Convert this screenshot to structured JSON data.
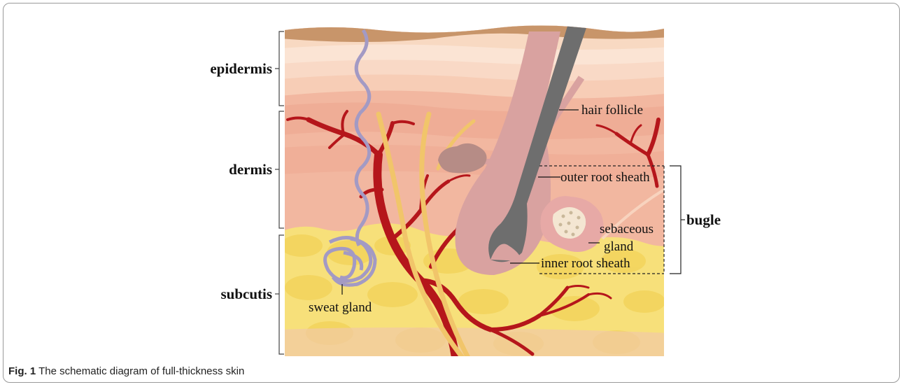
{
  "labels": {
    "epidermis": "epidermis",
    "dermis": "dermis",
    "subcutis": "subcutis",
    "hair_follicle": "hair follicle",
    "outer_root_sheath": "outer root sheath",
    "sebaceous_line1": "sebaceous",
    "sebaceous_line2": "gland",
    "inner_root_sheath": "inner root sheath",
    "bugle": "bugle",
    "sweat_gland": "sweat gland"
  },
  "caption": {
    "number": "Fig. 1",
    "text": "The schematic diagram of full-thickness skin"
  },
  "colors": {
    "skin_surface": "#c8956a",
    "epidermis": "#f6d4bf",
    "dermis": "#f2b7a0",
    "subcutis_fat": "#f7e07a",
    "blood_vessel": "#b5161b",
    "nerve": "#f1c56a",
    "sweat_duct": "#a39ac4",
    "hair_shaft": "#6e6e6e",
    "follicle": "#d9a2a0"
  }
}
